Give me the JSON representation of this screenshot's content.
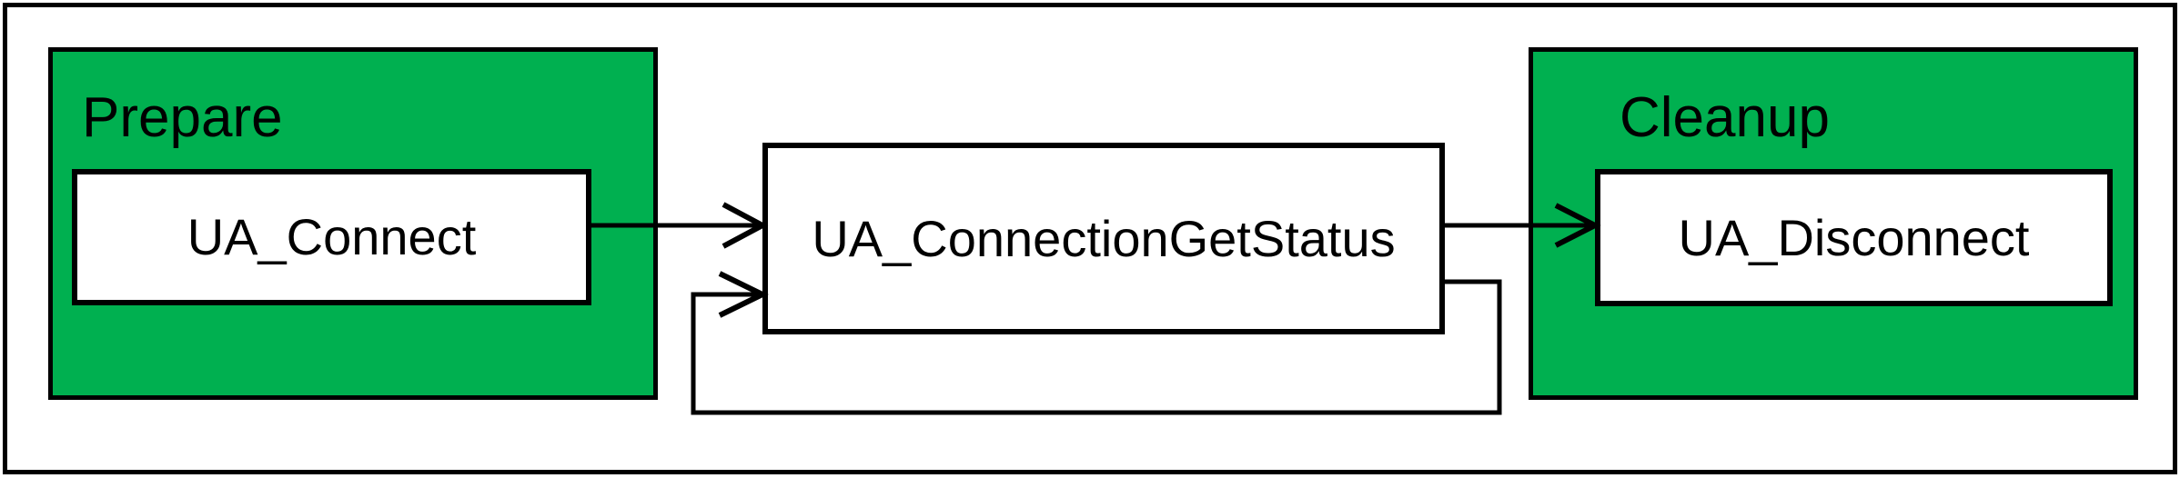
{
  "diagram": {
    "groups": [
      {
        "id": "prepare",
        "label": "Prepare"
      },
      {
        "id": "cleanup",
        "label": "Cleanup"
      }
    ],
    "nodes": [
      {
        "id": "ua_connect",
        "label": "UA_Connect",
        "group": "prepare"
      },
      {
        "id": "ua_connection_get_status",
        "label": "UA_ConnectionGetStatus",
        "group": ""
      },
      {
        "id": "ua_disconnect",
        "label": "UA_Disconnect",
        "group": "cleanup"
      }
    ],
    "edges": [
      {
        "from": "UA_Connect",
        "to": "UA_ConnectionGetStatus",
        "style": "open-arrow"
      },
      {
        "from": "UA_ConnectionGetStatus",
        "to": "UA_Disconnect",
        "style": "open-arrow"
      },
      {
        "from": "UA_ConnectionGetStatus",
        "to": "UA_ConnectionGetStatus",
        "style": "self-loop-open-arrow"
      }
    ],
    "colors": {
      "group_fill": "#00B050",
      "node_fill": "#FFFFFF",
      "line": "#000000",
      "text": "#000000",
      "background": "#FFFFFF"
    }
  }
}
